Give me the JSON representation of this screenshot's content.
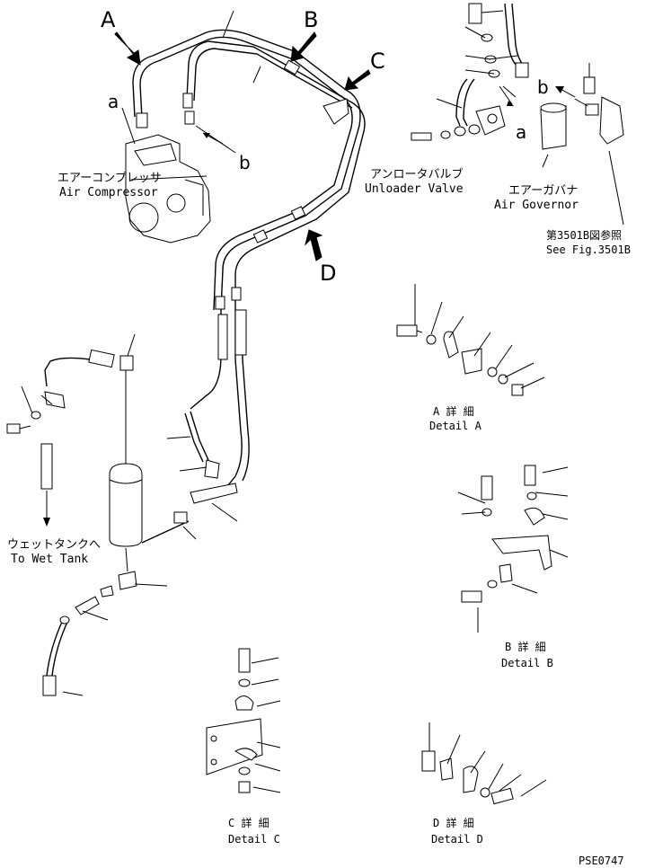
{
  "callouts": {
    "A": "A",
    "B": "B",
    "C": "C",
    "D": "D",
    "a_left": "a",
    "a_right": "a",
    "b_left": "b",
    "b_right": "b"
  },
  "labels": {
    "air_compressor_jp": "エアーコンプレッサ",
    "air_compressor_en": "Air Compressor",
    "unloader_valve_jp": "アンロータバルブ",
    "unloader_valve_en": "Unloader Valve",
    "air_governor_jp": "エアーガバナ",
    "air_governor_en": "Air Governor",
    "see_fig_jp": "第3501B図参照",
    "see_fig_en": "See Fig.3501B",
    "wet_tank_jp": "ウェットタンクへ",
    "wet_tank_en": "To Wet Tank"
  },
  "details": {
    "a_jp": "A 詳 細",
    "a_en": "Detail A",
    "b_jp": "B 詳 細",
    "b_en": "Detail B",
    "c_jp": "C 詳 細",
    "c_en": "Detail C",
    "d_jp": "D 詳 細",
    "d_en": "Detail D"
  },
  "drawing_number": "PSE0747"
}
